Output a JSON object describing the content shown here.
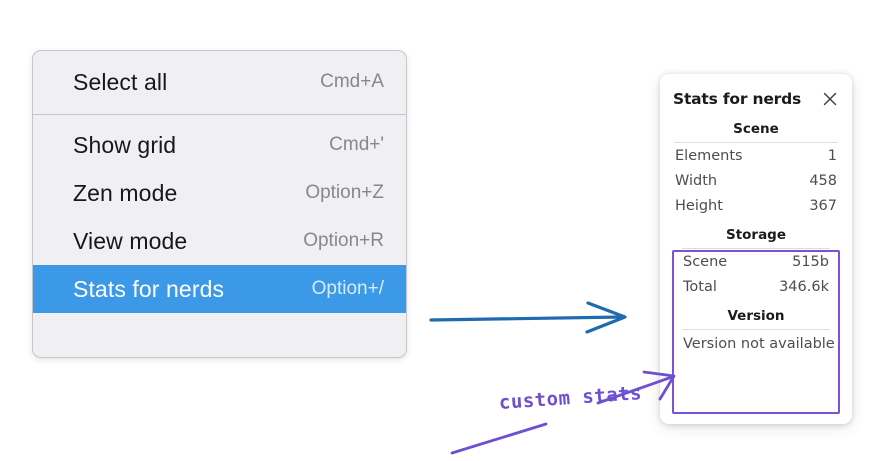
{
  "colors": {
    "menu_bg": "#f0f0f3",
    "menu_border": "#c3c6cc",
    "selection_blue": "#3b99e8",
    "shortcut_gray": "#87888c",
    "annotation_purple": "#6e4fd1",
    "highlight_purple": "#7a53d4",
    "arrow_blue": "#1f6bb0",
    "panel_bg": "#ffffff"
  },
  "context_menu": {
    "groups": [
      {
        "items": [
          {
            "label": "Select all",
            "shortcut": "Cmd+A",
            "selected": false
          }
        ]
      },
      {
        "items": [
          {
            "label": "Show grid",
            "shortcut": "Cmd+'",
            "selected": false
          },
          {
            "label": "Zen mode",
            "shortcut": "Option+Z",
            "selected": false
          },
          {
            "label": "View mode",
            "shortcut": "Option+R",
            "selected": false
          },
          {
            "label": "Stats for nerds",
            "shortcut": "Option+/",
            "selected": true
          }
        ]
      }
    ]
  },
  "stats_panel": {
    "title": "Stats for nerds",
    "close_icon": "close-icon",
    "sections": [
      {
        "heading": "Scene",
        "rows": [
          {
            "key": "Elements",
            "value": "1"
          },
          {
            "key": "Width",
            "value": "458"
          },
          {
            "key": "Height",
            "value": "367"
          }
        ]
      },
      {
        "heading": "Storage",
        "rows": [
          {
            "key": "Scene",
            "value": "515b"
          },
          {
            "key": "Total",
            "value": "346.6k"
          }
        ]
      },
      {
        "heading": "Version",
        "plain": "Version not available"
      }
    ]
  },
  "annotations": {
    "label": "custom stats",
    "blue_arrow_name": "blue-arrow",
    "purple_arrow_name": "purple-arrow"
  }
}
